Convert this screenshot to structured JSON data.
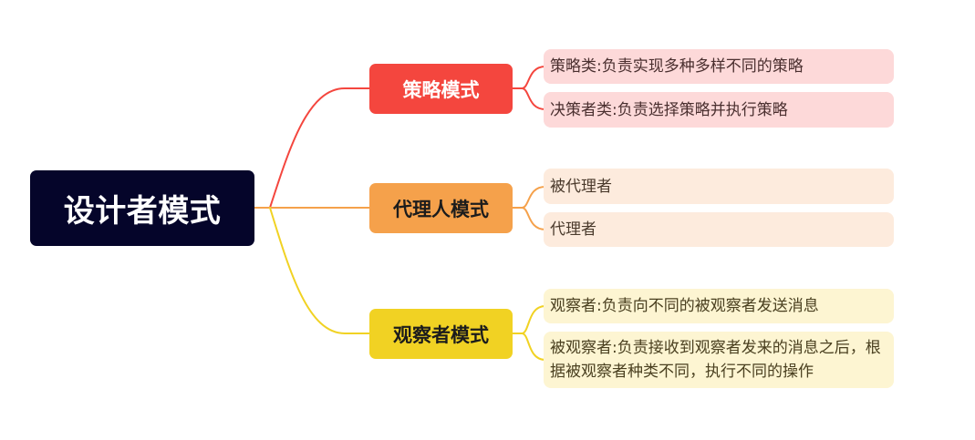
{
  "root": {
    "label": "设计者模式",
    "color": "#05052a"
  },
  "branches": [
    {
      "label": "策略模式",
      "color": "#f4463e",
      "leaf_color": "#fdd9d9",
      "leaves": [
        "策略类:负责实现多种多样不同的策略",
        "决策者类:负责选择策略并执行策略"
      ]
    },
    {
      "label": "代理人模式",
      "color": "#f5a14b",
      "leaf_color": "#fdebdd",
      "leaves": [
        "被代理者",
        "代理者"
      ]
    },
    {
      "label": "观察者模式",
      "color": "#f1d223",
      "leaf_color": "#fdf5d2",
      "leaves": [
        "观察者:负责向不同的被观察者发送消息",
        "被观察者:负责接收到观察者发来的消息之后，根据被观察者种类不同，执行不同的操作"
      ]
    }
  ]
}
